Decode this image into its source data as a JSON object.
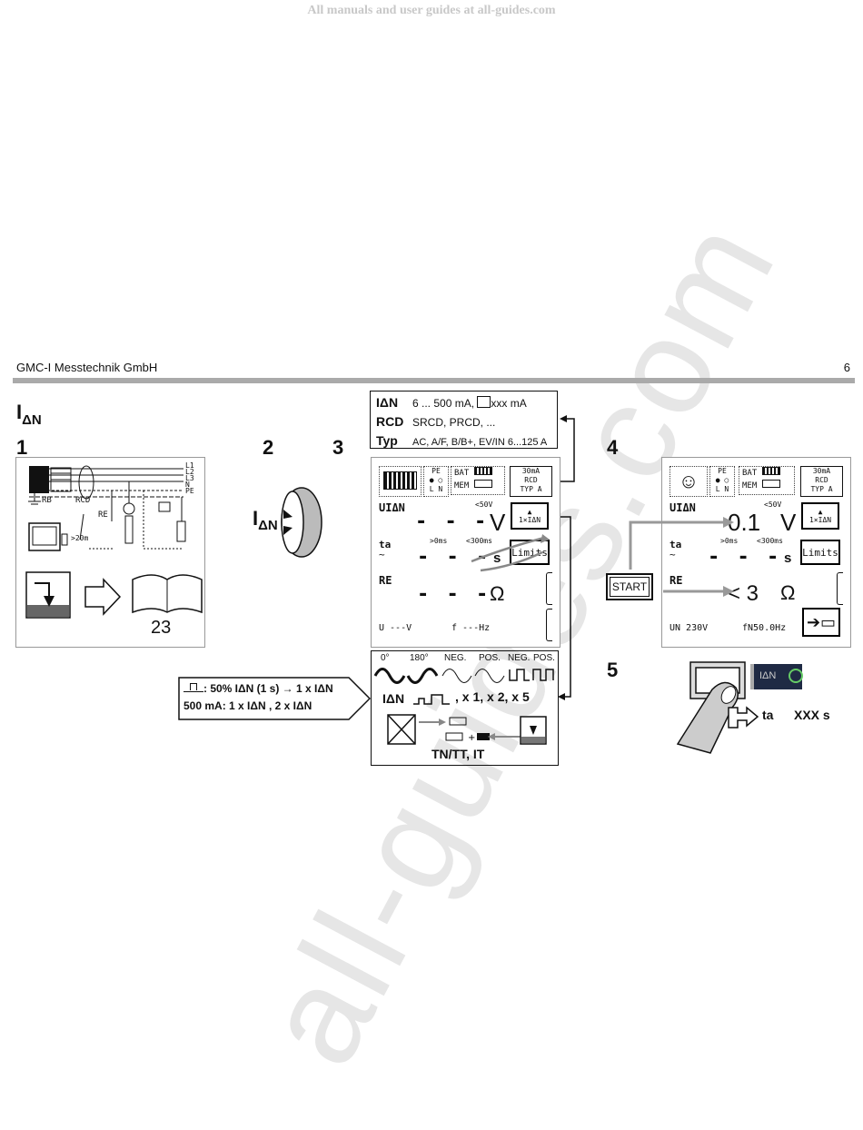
{
  "banner": "All manuals and user guides at all-guides.com",
  "watermark": "all-guides.com",
  "header": {
    "company": "GMC-I Messtechnik GmbH",
    "page": "6"
  },
  "section_title": {
    "main": "I",
    "sub": "ΔN"
  },
  "steps": {
    "s1": "1",
    "s2": "2",
    "s3": "3",
    "s4": "4",
    "s5": "5"
  },
  "step1": {
    "lines": [
      "L1",
      "L2",
      "L3",
      "N",
      "PE"
    ],
    "rb": "RB",
    "rcd": "RCD",
    "re": "RE",
    "dist": ">20m",
    "book_page": "23"
  },
  "step2": {
    "label_main": "I",
    "label_sub": "ΔN"
  },
  "info_box": {
    "row1_key": "IΔN",
    "row1_val": "6 ... 500 mA, ",
    "row1_val2": "xxx mA",
    "row2_key": "RCD",
    "row2_val": "SRCD, PRCD, ...",
    "row3_key": "Typ",
    "row3_val": "AC, A/F, B/B+, EV/IN 6...125 A"
  },
  "lcd3": {
    "pe": "PE",
    "ln": "L  N",
    "bat": "BAT",
    "mem": "MEM",
    "rcd_box": [
      "30mA",
      "RCD",
      "TYP A"
    ],
    "u_label": "UIΔN",
    "u_limit": "<50V",
    "u_value": "- - -",
    "u_unit": "V",
    "x1_button": "1×IΔN",
    "ta_label": "ta",
    "ta_lim1": ">0ms",
    "ta_lim2": "<300ms",
    "ta_value": "- - -",
    "ta_unit": "s",
    "limits_button": "Limits",
    "re_label": "RE",
    "re_value": "- - -",
    "re_unit": "Ω",
    "u_footer": "U  ---V",
    "f_footer": "f  ---Hz"
  },
  "lcd4": {
    "pe": "PE",
    "ln": "L  N",
    "bat": "BAT",
    "mem": "MEM",
    "rcd_box": [
      "30mA",
      "RCD",
      "TYP A"
    ],
    "u_label": "UIΔN",
    "u_limit": "<50V",
    "u_value": "0.1",
    "u_unit": "V",
    "x1_button": "1×IΔN",
    "ta_label": "ta",
    "ta_lim1": ">0ms",
    "ta_lim2": "<300ms",
    "ta_value": "- - -",
    "ta_unit": "s",
    "limits_button": "Limits",
    "re_label": "RE",
    "re_value": "< 3",
    "re_unit": "Ω",
    "un_footer": "UN 230V",
    "fn_footer": "fN50.0Hz"
  },
  "start_button": "START",
  "waveform_box": {
    "labels": [
      "0°",
      "180°",
      "NEG.",
      "POS.",
      "NEG.",
      "POS."
    ],
    "idn_label": "IΔN",
    "multipliers": ", x 1, x 2, x 5",
    "network": "TN/TT, IT"
  },
  "callout": {
    "line1": ": 50% IΔN (1 s) → 1 x IΔN",
    "line2": "500 mA: 1 x IΔN , 2 x IΔN"
  },
  "step5": {
    "indicator": "IΔN",
    "ta_label": "ta",
    "ta_value": "XXX s"
  }
}
